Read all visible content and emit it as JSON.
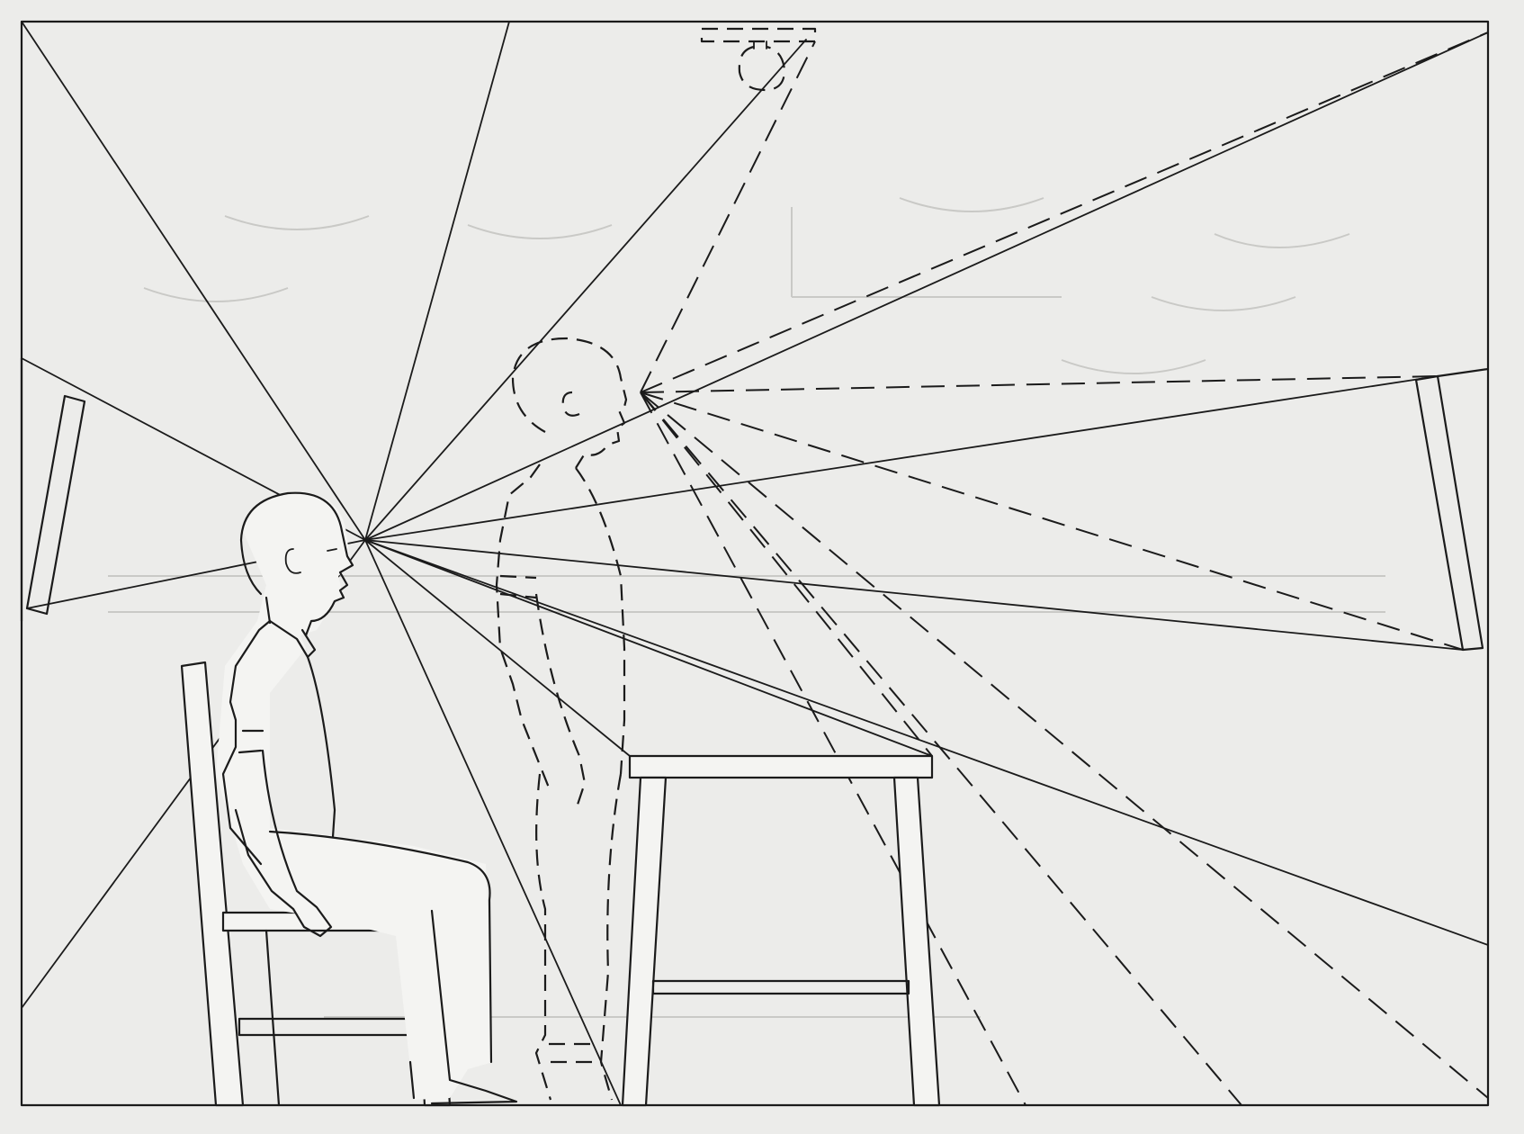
{
  "colors": {
    "ink": "#1b1b1b",
    "paper": "#f4f4f2",
    "background": "#ececea"
  },
  "figure": {
    "elements": [
      "room-frame",
      "ceiling-lamp",
      "left-wall-window",
      "right-wall-window",
      "seated-person",
      "standing-person-dashed",
      "chair",
      "table",
      "solid-sight-lines",
      "dashed-sight-lines"
    ]
  }
}
